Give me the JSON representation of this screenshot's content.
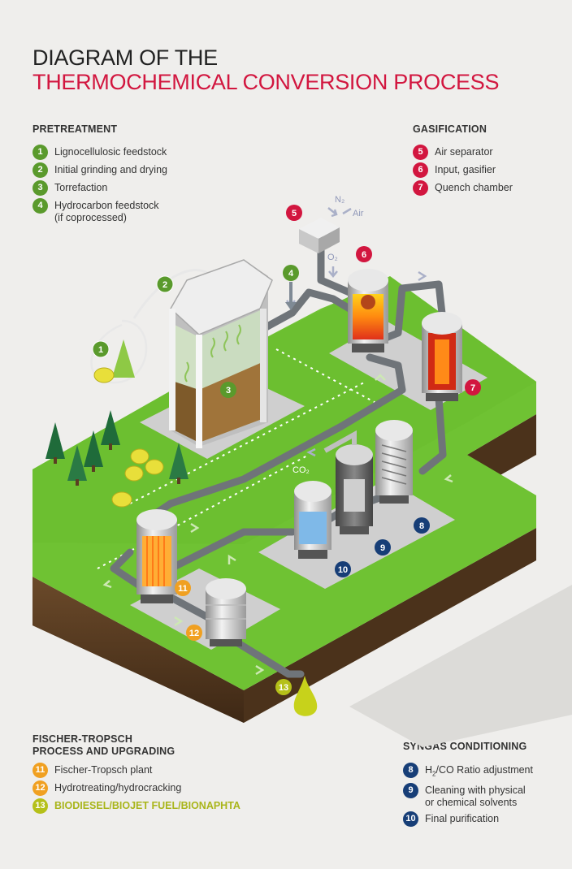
{
  "title": {
    "line1": "DIAGRAM OF THE",
    "line2": "THERMOCHEMICAL CONVERSION PROCESS"
  },
  "sections": {
    "pretreatment": {
      "title": "PRETREATMENT",
      "items": [
        {
          "num": "1",
          "label": "Lignocellulosic feedstock"
        },
        {
          "num": "2",
          "label": "Initial grinding and drying"
        },
        {
          "num": "3",
          "label": "Torrefaction"
        },
        {
          "num": "4",
          "label": "Hydrocarbon feedstock\n(if coprocessed)"
        }
      ]
    },
    "gasification": {
      "title": "GASIFICATION",
      "items": [
        {
          "num": "5",
          "label": "Air separator"
        },
        {
          "num": "6",
          "label": "Input, gasifier"
        },
        {
          "num": "7",
          "label": "Quench chamber"
        }
      ]
    },
    "fischer": {
      "title": "FISCHER-TROPSCH\nPROCESS AND UPGRADING",
      "items": [
        {
          "num": "11",
          "label": "Fischer-Tropsch plant"
        },
        {
          "num": "12",
          "label": "Hydrotreating/hydrocracking"
        },
        {
          "num": "13",
          "label": "BIODIESEL/BIOJET FUEL/BIONAPHTA"
        }
      ]
    },
    "syngas": {
      "title": "SYNGAS CONDITIONING",
      "items": [
        {
          "num": "8",
          "label": "H2/CO Ratio adjustment"
        },
        {
          "num": "9",
          "label": "Cleaning with physical\nor chemical solvents"
        },
        {
          "num": "10",
          "label": "Final purification"
        }
      ]
    }
  },
  "diagram_labels": {
    "n2": "N₂",
    "air": "Air",
    "o2": "O₂",
    "co2": "CO₂"
  },
  "colors": {
    "pretreatment": "#5a9a2c",
    "gasification": "#d2163f",
    "fischer": "#f0a021",
    "product": "#b5c019",
    "syngas": "#173e77",
    "grass": "#6fc233",
    "soil": "#5a3d22"
  }
}
